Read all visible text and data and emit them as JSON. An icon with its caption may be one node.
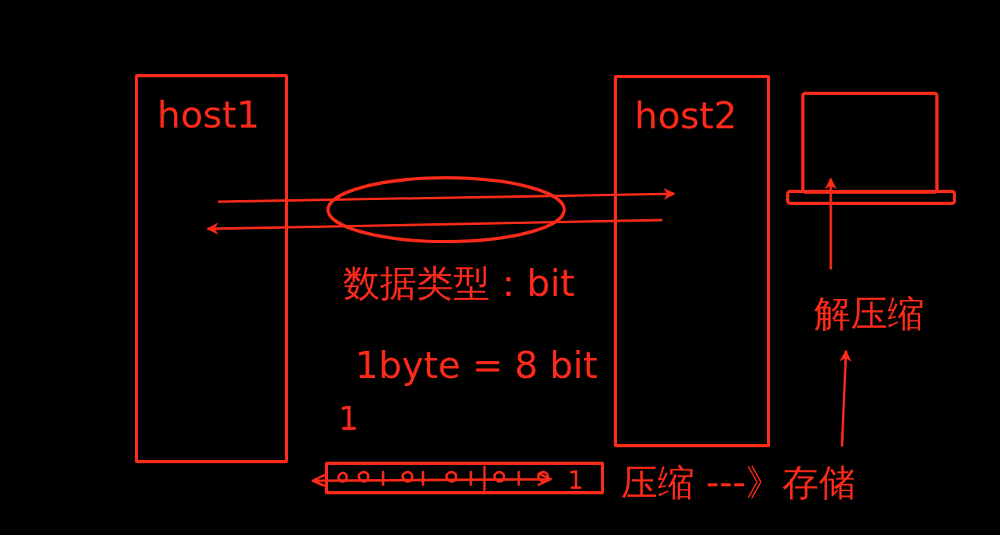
{
  "diagram": {
    "nodes": [
      {
        "text": [
          "host1"
        ]
      },
      {
        "text": [
          "host2"
        ]
      },
      {
        "text": [],
        "shape": "picture"
      },
      {
        "text": [
          "解压缩"
        ]
      },
      {
        "text": [
          "压缩 ---》存储"
        ]
      },
      {
        "text": [
          "1"
        ]
      }
    ],
    "edges": [
      {
        "from": 0,
        "to": 1,
        "arrow": "to"
      },
      {
        "from": 1,
        "to": 0,
        "arrow": "to"
      },
      {
        "from": 3,
        "to": 2,
        "arrow": "to"
      },
      {
        "from": 4,
        "to": 3,
        "arrow": "to"
      }
    ],
    "labels": [
      "数据类型：bit",
      "1byte = 8 bit",
      "1"
    ]
  }
}
